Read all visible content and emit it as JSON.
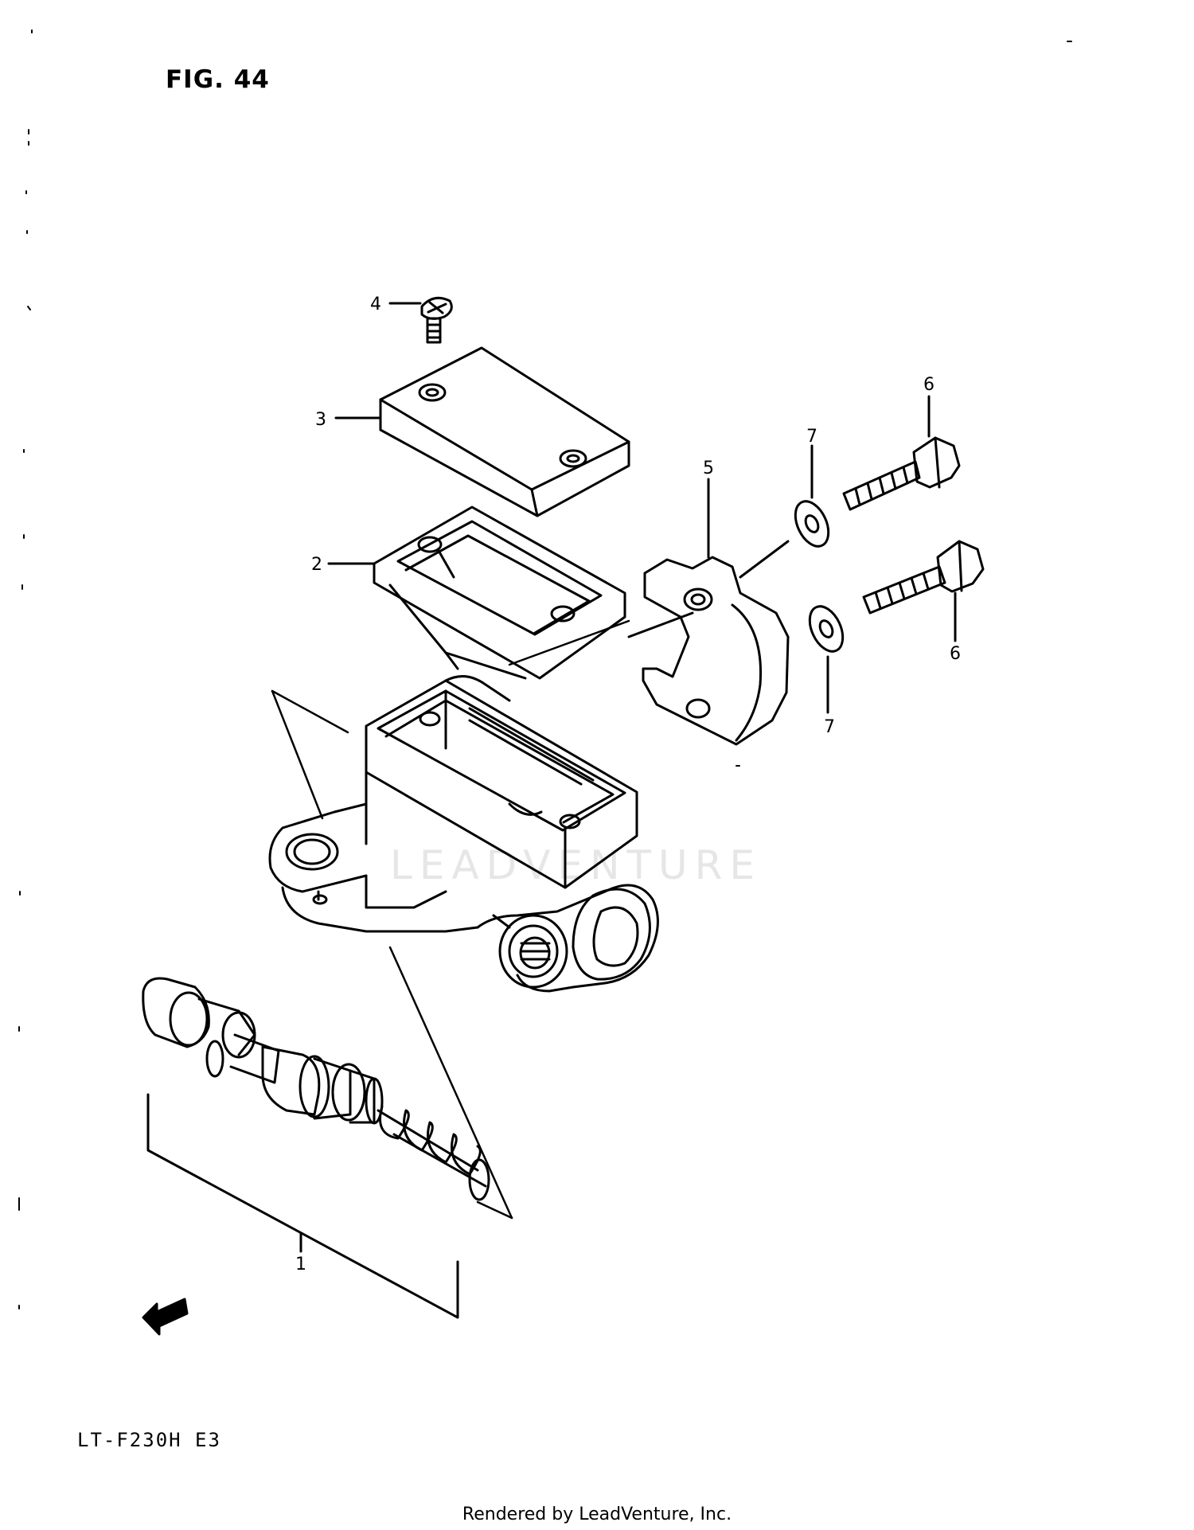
{
  "figure": {
    "title": "FIG. 44",
    "model_code": "LT-F230H E3"
  },
  "callouts": {
    "c1": "1",
    "c2": "2",
    "c3": "3",
    "c4": "4",
    "c5": "5",
    "c6a": "6",
    "c6b": "6",
    "c7a": "7",
    "c7b": "7"
  },
  "direction_mark": "FWD",
  "watermark": "LEADVENTURE",
  "footer": "Rendered by LeadVenture, Inc."
}
